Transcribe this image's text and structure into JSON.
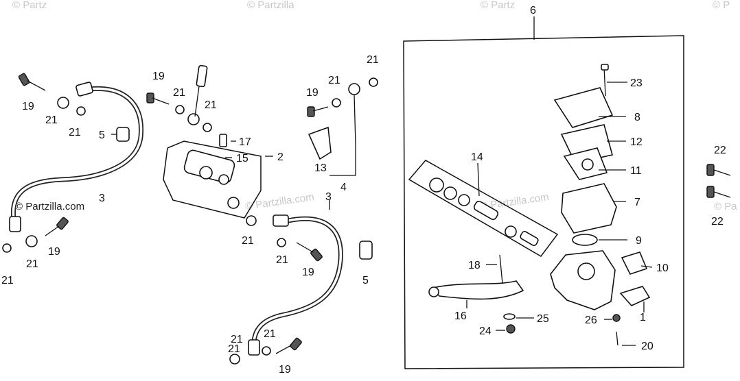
{
  "watermarks": {
    "top_1": "© Partz",
    "top_2": "© Partzilla",
    "top_3": "© Partz",
    "top_4": "© P",
    "left": "© Partzilla.com",
    "mid_1": "© Partzilla.com",
    "mid_2": "© Partzilla.com",
    "right_edge": "© Pa"
  },
  "callouts": {
    "c1": "1",
    "c2": "2",
    "c3_left": "3",
    "c3_mid": "3",
    "c4": "4",
    "c5_left": "5",
    "c5_mid": "5",
    "c6": "6",
    "c7": "7",
    "c8": "8",
    "c9": "9",
    "c10": "10",
    "c11": "11",
    "c12": "12",
    "c13": "13",
    "c14": "14",
    "c15": "15",
    "c16": "16",
    "c17": "17",
    "c18": "18",
    "c19_a": "19",
    "c19_b": "19",
    "c19_c": "19",
    "c19_d": "19",
    "c19_e": "19",
    "c19_f": "19",
    "c20": "20",
    "c21_a": "21",
    "c21_b": "21",
    "c21_c": "21",
    "c21_d": "21",
    "c21_e": "21",
    "c21_f": "21",
    "c21_g": "21",
    "c21_h": "21",
    "c21_i": "21",
    "c21_j": "21",
    "c21_k": "21",
    "c21_l": "21",
    "c21_m": "21",
    "c22_a": "22",
    "c22_b": "22",
    "c23": "23",
    "c24": "24",
    "c25": "25",
    "c26": "26"
  }
}
